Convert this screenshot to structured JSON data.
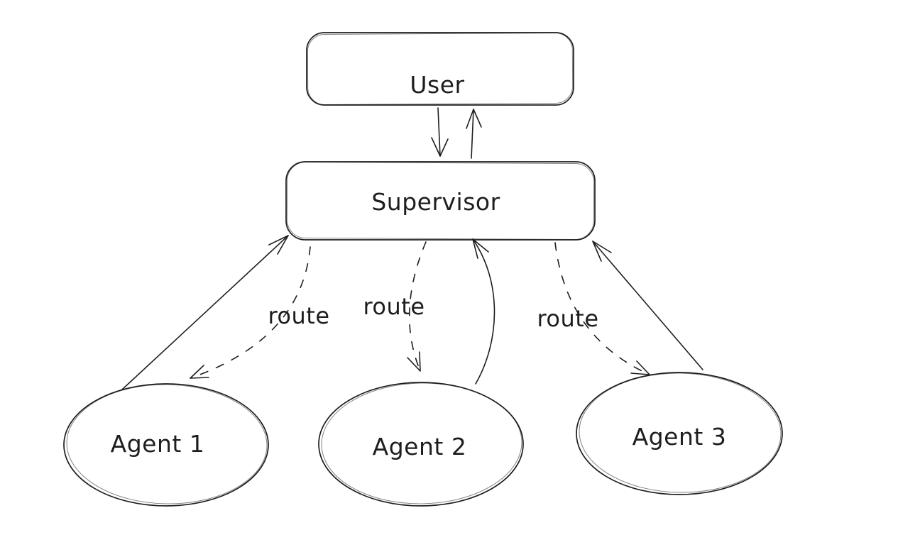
{
  "diagram": {
    "type": "hand-drawn-flow-diagram",
    "background_color": "#ffffff",
    "stroke_color": "#1e1e1e",
    "nodes": {
      "user": {
        "label": "User",
        "shape": "rounded-rectangle"
      },
      "supervisor": {
        "label": "Supervisor",
        "shape": "rounded-rectangle"
      },
      "agent1": {
        "label": "Agent 1",
        "shape": "ellipse"
      },
      "agent2": {
        "label": "Agent 2",
        "shape": "ellipse"
      },
      "agent3": {
        "label": "Agent 3",
        "shape": "ellipse"
      }
    },
    "edges": [
      {
        "id": "user-to-supervisor",
        "from": "User",
        "to": "Supervisor",
        "style": "solid-arrow",
        "label": ""
      },
      {
        "id": "supervisor-to-user",
        "from": "Supervisor",
        "to": "User",
        "style": "solid-arrow",
        "label": ""
      },
      {
        "id": "agent1-to-supervisor",
        "from": "Agent 1",
        "to": "Supervisor",
        "style": "solid-arrow",
        "label": ""
      },
      {
        "id": "supervisor-to-agent1",
        "from": "Supervisor",
        "to": "Agent 1",
        "style": "dashed-arrow",
        "label": "route"
      },
      {
        "id": "supervisor-to-agent2",
        "from": "Supervisor",
        "to": "Agent 2",
        "style": "dashed-arrow",
        "label": "route"
      },
      {
        "id": "agent2-to-supervisor",
        "from": "Agent 2",
        "to": "Supervisor",
        "style": "solid-arrow",
        "label": ""
      },
      {
        "id": "supervisor-to-agent3",
        "from": "Supervisor",
        "to": "Agent 3",
        "style": "dashed-arrow",
        "label": "route"
      },
      {
        "id": "agent3-to-supervisor",
        "from": "Agent 3",
        "to": "Supervisor",
        "style": "solid-arrow",
        "label": ""
      }
    ]
  }
}
